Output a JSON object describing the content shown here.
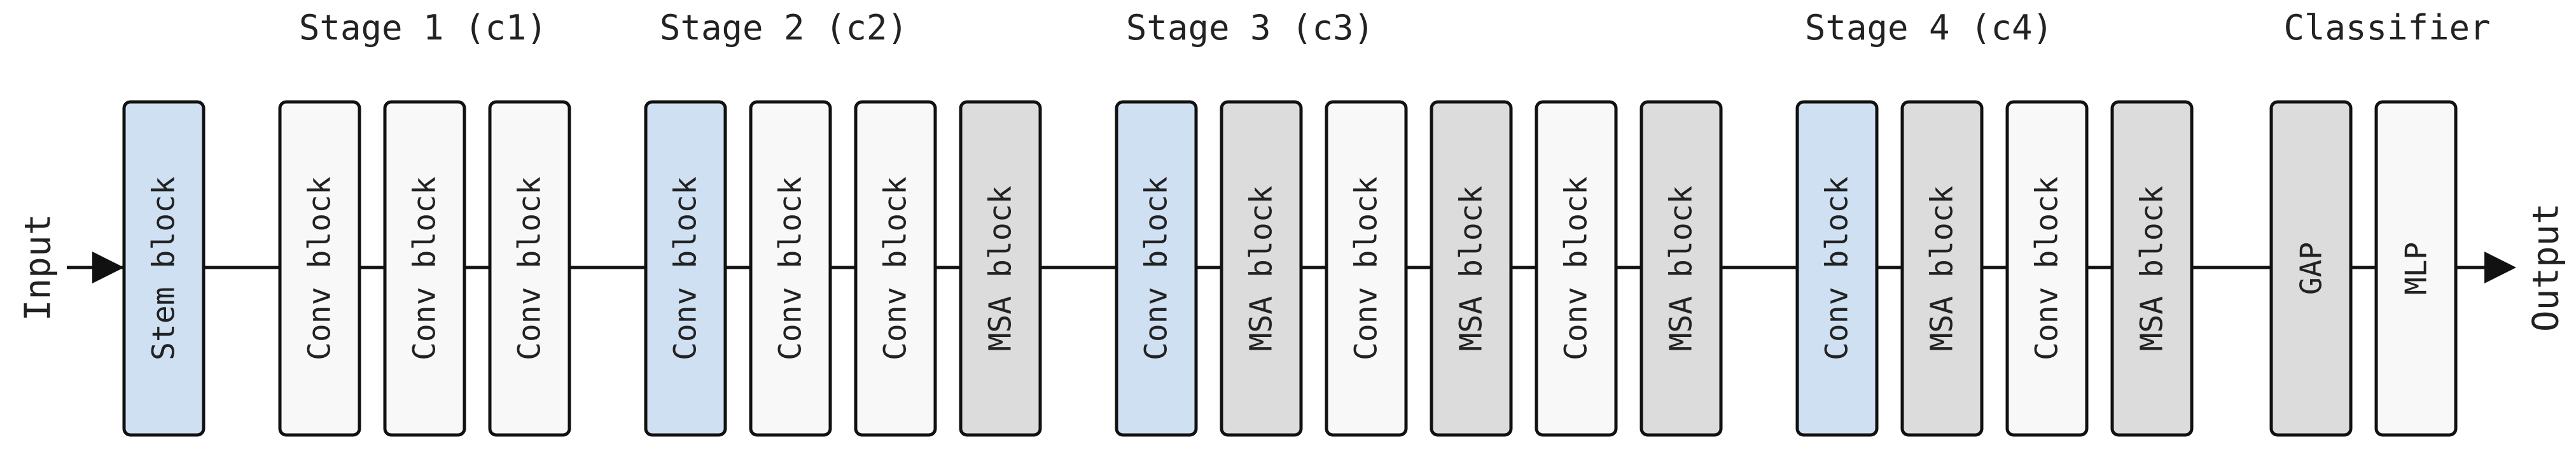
{
  "colors": {
    "stem": "#cfe0f3",
    "conv_first": "#cfe0f3",
    "conv": "#f8f8f8",
    "msa": "#dcdcdc",
    "gap": "#dcdcdc",
    "mlp": "#f8f8f8",
    "stroke": "#111111"
  },
  "input_label": "Input",
  "output_label": "Output",
  "stages": [
    {
      "title": "Stage 1 (c1)"
    },
    {
      "title": "Stage 2 (c2)"
    },
    {
      "title": "Stage 3 (c3)"
    },
    {
      "title": "Stage 4 (c4)"
    },
    {
      "title": "Classifier"
    }
  ],
  "blocks": [
    {
      "label": "Stem block",
      "kind": "stem"
    },
    {
      "label": "Conv block",
      "kind": "conv"
    },
    {
      "label": "Conv block",
      "kind": "conv"
    },
    {
      "label": "Conv block",
      "kind": "conv"
    },
    {
      "label": "Conv block",
      "kind": "conv_first"
    },
    {
      "label": "Conv block",
      "kind": "conv"
    },
    {
      "label": "Conv block",
      "kind": "conv"
    },
    {
      "label": "MSA block",
      "kind": "msa"
    },
    {
      "label": "Conv block",
      "kind": "conv_first"
    },
    {
      "label": "MSA block",
      "kind": "msa"
    },
    {
      "label": "Conv block",
      "kind": "conv"
    },
    {
      "label": "MSA block",
      "kind": "msa"
    },
    {
      "label": "Conv block",
      "kind": "conv"
    },
    {
      "label": "MSA block",
      "kind": "msa"
    },
    {
      "label": "Conv block",
      "kind": "conv_first"
    },
    {
      "label": "MSA block",
      "kind": "msa"
    },
    {
      "label": "Conv block",
      "kind": "conv"
    },
    {
      "label": "MSA block",
      "kind": "msa"
    },
    {
      "label": "GAP",
      "kind": "gap"
    },
    {
      "label": "MLP",
      "kind": "mlp"
    }
  ]
}
